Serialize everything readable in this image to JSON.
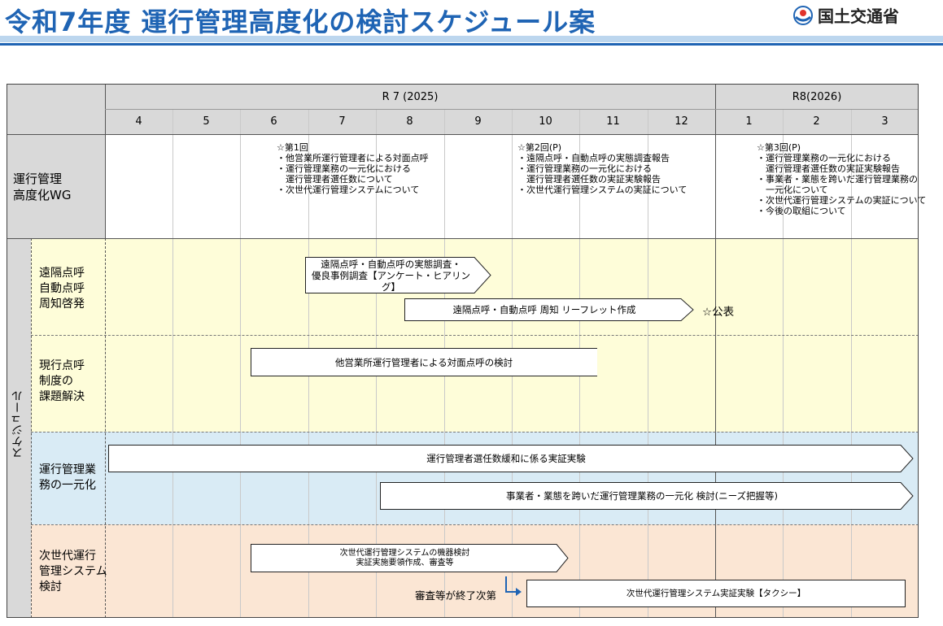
{
  "header": {
    "title": "令和7年度 運行管理高度化の検討スケジュール案",
    "ministry": "国土交通省"
  },
  "table": {
    "year_r7": "R 7 (2025)",
    "year_r8": "R8(2026)",
    "months": [
      "4",
      "5",
      "6",
      "7",
      "8",
      "9",
      "10",
      "11",
      "12",
      "1",
      "2",
      "3"
    ],
    "wg_label": "運行管理\n高度化WG",
    "schedule_label": "スケジュール",
    "meetings": [
      {
        "text": "☆第1回\n・他営業所運行管理者による対面点呼\n・運行管理業務の一元化における\n　運行管理者選任数について\n・次世代運行管理システムについて"
      },
      {
        "text": "☆第2回(P)\n・遠隔点呼・自動点呼の実態調査報告\n・運行管理業務の一元化における\n　運行管理者選任数の実証実験報告\n・次世代運行管理システムの実証について"
      },
      {
        "text": "☆第3回(P)\n・運行管理業務の一元化における\n　運行管理者選任数の実証実験報告\n・事業者・業態を跨いだ運行管理業務の\n　一元化について\n・次世代運行管理システムの実証について\n・今後の取組について"
      }
    ],
    "rows": [
      {
        "label": "遠隔点呼\n自動点呼\n周知啓発"
      },
      {
        "label": "現行点呼\n制度の\n課題解決"
      },
      {
        "label": "運行管理業\n務の一元化"
      },
      {
        "label": "次世代運行\n管理システム\n検討"
      }
    ],
    "bars": {
      "survey": "遠隔点呼・自動点呼の実態調査・\n優良事例調査【アンケート・ヒアリング】",
      "leaflet": "遠隔点呼・自動点呼 周知 リーフレット作成",
      "announce": "☆公表",
      "taimen": "他営業所運行管理者による対面点呼の検討",
      "jissho": "運行管理者選任数緩和に係る実証実験",
      "kento": "事業者・業態を跨いだ運行管理業務の一元化 検討(ニーズ把握等)",
      "kiki": "次世代運行管理システムの機器検討\n実証実施要領作成、審査等",
      "shinsa_note": "審査等が終了次第",
      "taxi": "次世代運行管理システム実証実験【タクシー】"
    }
  },
  "colors": {
    "title_blue": "#1f64b4",
    "header_gray": "#d9d9d9",
    "yellow_band": "#fefdd9",
    "blue_band": "#d9ebf5",
    "peach_band": "#fbe6d4"
  }
}
